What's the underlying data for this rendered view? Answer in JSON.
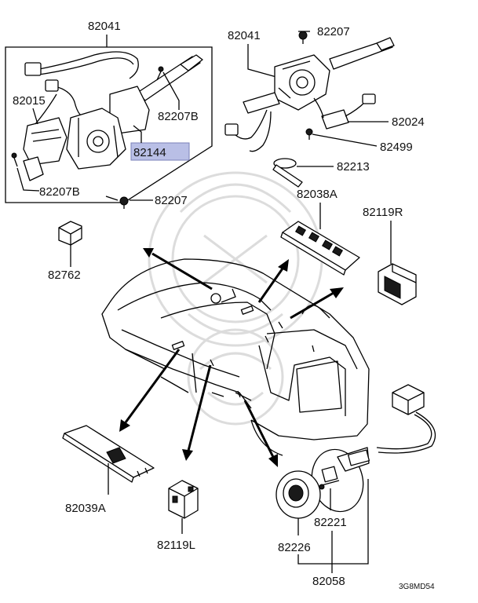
{
  "parts": {
    "p82041_box": "82041",
    "p82015": "82015",
    "p82207B_top": "82207B",
    "p82144": "82144",
    "p82207B_bottom": "82207B",
    "p82207_bottom": "82207",
    "p82041_right": "82041",
    "p82207_top": "82207",
    "p82024": "82024",
    "p82499": "82499",
    "p82213": "82213",
    "p82038A": "82038A",
    "p82119R": "82119R",
    "p82762": "82762",
    "p82039A": "82039A",
    "p82119L": "82119L",
    "p82221": "82221",
    "p82226": "82226",
    "p82058": "82058"
  },
  "diagram_code": "3G8MD54",
  "colors": {
    "highlight": "#b9bfe6",
    "highlight_border": "#7a80b8",
    "line": "#000000",
    "watermark": "#d9d9d9"
  }
}
